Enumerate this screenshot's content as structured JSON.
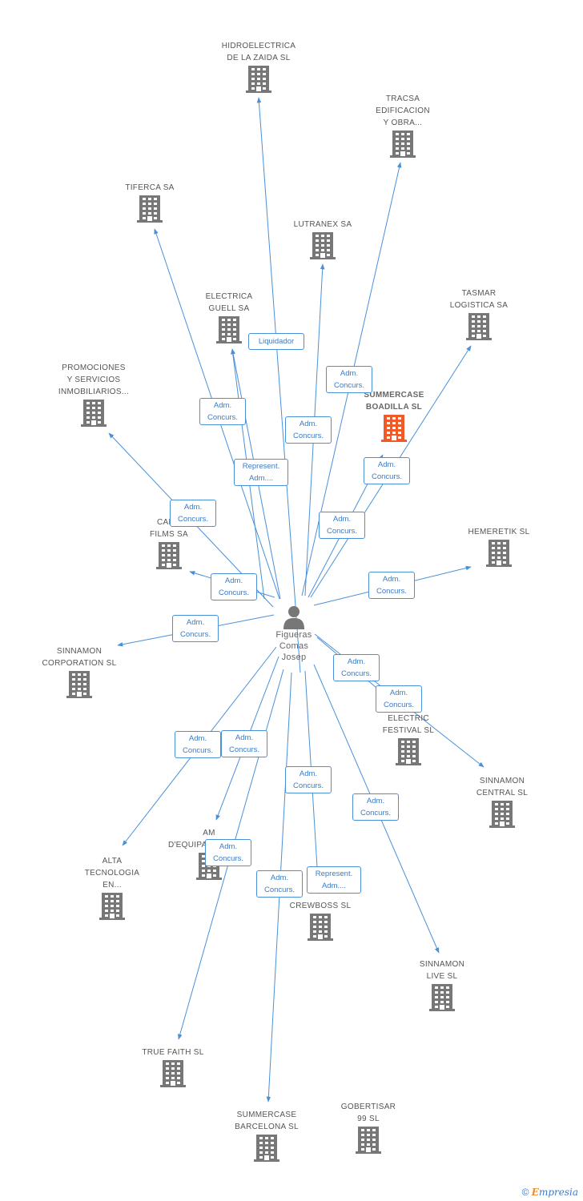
{
  "center": {
    "label_lines": [
      "Figueras",
      "Comas",
      "Josep"
    ],
    "icon": "person-icon"
  },
  "colors": {
    "edge": "#4a90d9",
    "building": "#777777",
    "focus_building": "#f05a28",
    "label_border": "#4a90d9"
  },
  "companies": [
    {
      "id": "hidroelectrica",
      "lines": [
        "HIDROELECTRICA",
        "DE LA ZAIDA SL"
      ]
    },
    {
      "id": "tracsa",
      "lines": [
        "TRACSA",
        "EDIFICACION",
        "Y OBRA..."
      ]
    },
    {
      "id": "tiferca",
      "lines": [
        "TIFERCA SA"
      ]
    },
    {
      "id": "lutranex",
      "lines": [
        "LUTRANEX SA"
      ]
    },
    {
      "id": "tasmar",
      "lines": [
        "TASMAR",
        "LOGISTICA SA"
      ]
    },
    {
      "id": "electrica-guell",
      "lines": [
        "ELECTRICA",
        "GUELL SA"
      ]
    },
    {
      "id": "promociones",
      "lines": [
        "PROMOCIONES",
        "Y SERVICIOS",
        "INMOBILIARIOS..."
      ]
    },
    {
      "id": "summercase-boadilla",
      "lines": [
        "SUMMERCASE",
        "BOADILLA SL"
      ],
      "focus": true
    },
    {
      "id": "canodrome",
      "lines": [
        "CANO",
        "FILMS SA"
      ]
    },
    {
      "id": "hemeretik",
      "lines": [
        "HEMERETIK SL"
      ]
    },
    {
      "id": "sinnamon-corp",
      "lines": [
        "SINNAMON",
        "CORPORATION SL"
      ]
    },
    {
      "id": "electric-festival",
      "lines": [
        "ELECTRIC",
        "FESTIVAL SL"
      ]
    },
    {
      "id": "sinnamon-central",
      "lines": [
        "SINNAMON",
        "CENTRAL SL"
      ]
    },
    {
      "id": "alta-tecnologia",
      "lines": [
        "ALTA",
        "TECNOLOGIA",
        "EN..."
      ]
    },
    {
      "id": "equipaments",
      "lines": [
        "AM",
        "D'EQUIPAMENTS SA"
      ]
    },
    {
      "id": "crewboss",
      "lines": [
        "CREWBOSS SL"
      ]
    },
    {
      "id": "sinnamon-live",
      "lines": [
        "SINNAMON",
        "LIVE SL"
      ]
    },
    {
      "id": "true-faith",
      "lines": [
        "TRUE FAITH SL"
      ]
    },
    {
      "id": "summercase-barcelona",
      "lines": [
        "SUMMERCASE",
        "BARCELONA SL"
      ]
    },
    {
      "id": "gobertisar",
      "lines": [
        "GOBERTISAR",
        "99 SL"
      ]
    }
  ],
  "relations": [
    {
      "target": "tiferca",
      "lines": [
        "Adm.",
        "Concurs."
      ]
    },
    {
      "target": "electrica-guell",
      "lines": [
        "Liquidador"
      ]
    },
    {
      "target": "lutranex",
      "lines": [
        "Adm.",
        "Concurs."
      ]
    },
    {
      "target": "tracsa",
      "lines": [
        "Adm.",
        "Concurs."
      ]
    },
    {
      "target": "electrica-guell",
      "lines": [
        "Represent.",
        "Adm...."
      ]
    },
    {
      "target": "summercase-boadilla",
      "lines": [
        "Adm.",
        "Concurs."
      ]
    },
    {
      "target": "promociones",
      "lines": [
        "Adm.",
        "Concurs."
      ]
    },
    {
      "target": "tasmar",
      "lines": [
        "Adm.",
        "Concurs."
      ]
    },
    {
      "target": "canodrome",
      "lines": [
        "Adm.",
        "Concurs."
      ]
    },
    {
      "target": "hemeretik",
      "lines": [
        "Adm.",
        "Concurs."
      ]
    },
    {
      "target": "sinnamon-corp",
      "lines": [
        "Adm.",
        "Concurs."
      ]
    },
    {
      "target": "sinnamon-central",
      "lines": [
        "Adm.",
        "Concurs."
      ]
    },
    {
      "target": "electric-festival",
      "lines": [
        "Adm.",
        "Concurs."
      ]
    },
    {
      "target": "alta-tecnologia",
      "lines": [
        "Adm.",
        "Concurs."
      ]
    },
    {
      "target": "equipaments",
      "lines": [
        "Adm.",
        "Concurs."
      ]
    },
    {
      "target": "summercase-barcelona",
      "lines": [
        "Adm.",
        "Concurs."
      ]
    },
    {
      "target": "sinnamon-live",
      "lines": [
        "Adm.",
        "Concurs."
      ]
    },
    {
      "target": "true-faith",
      "lines": [
        "Adm.",
        "Concurs."
      ]
    },
    {
      "target": "crewboss",
      "lines": [
        "Represent.",
        "Adm...."
      ]
    },
    {
      "target": "hidroelectrica",
      "lines": [
        "Adm.",
        "Concurs."
      ]
    }
  ],
  "credit": {
    "symbol": "©",
    "brand_initial": "E",
    "brand_rest": "mpresia"
  }
}
